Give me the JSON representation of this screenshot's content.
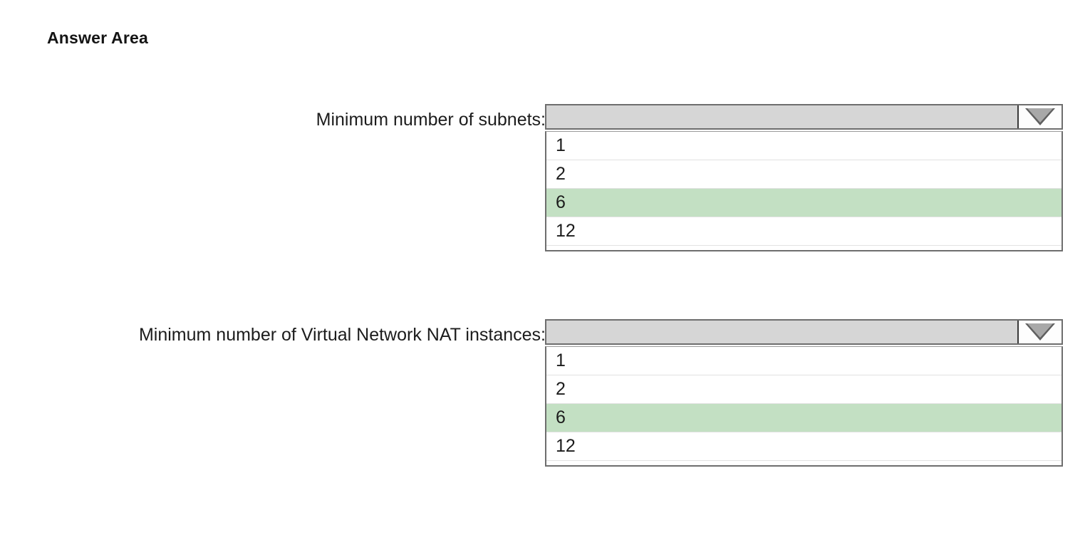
{
  "page": {
    "title": "Answer Area"
  },
  "groups": [
    {
      "label": "Minimum number of subnets:",
      "selected_value": "",
      "arrow_icon": "chevron-down-icon",
      "options": [
        {
          "value": "1",
          "highlighted": false
        },
        {
          "value": "2",
          "highlighted": false
        },
        {
          "value": "6",
          "highlighted": true
        },
        {
          "value": "12",
          "highlighted": false
        }
      ]
    },
    {
      "label": "Minimum number of Virtual Network NAT instances:",
      "selected_value": "",
      "arrow_icon": "chevron-down-icon",
      "options": [
        {
          "value": "1",
          "highlighted": false
        },
        {
          "value": "2",
          "highlighted": false
        },
        {
          "value": "6",
          "highlighted": true
        },
        {
          "value": "12",
          "highlighted": false
        }
      ]
    }
  ],
  "colors": {
    "highlight_green": "#c3e0c3",
    "combobox_fill": "#d6d6d6",
    "border": "#6e6e6e",
    "arrow_fill": "#a8a8a8",
    "page_background": "#ffffff"
  }
}
